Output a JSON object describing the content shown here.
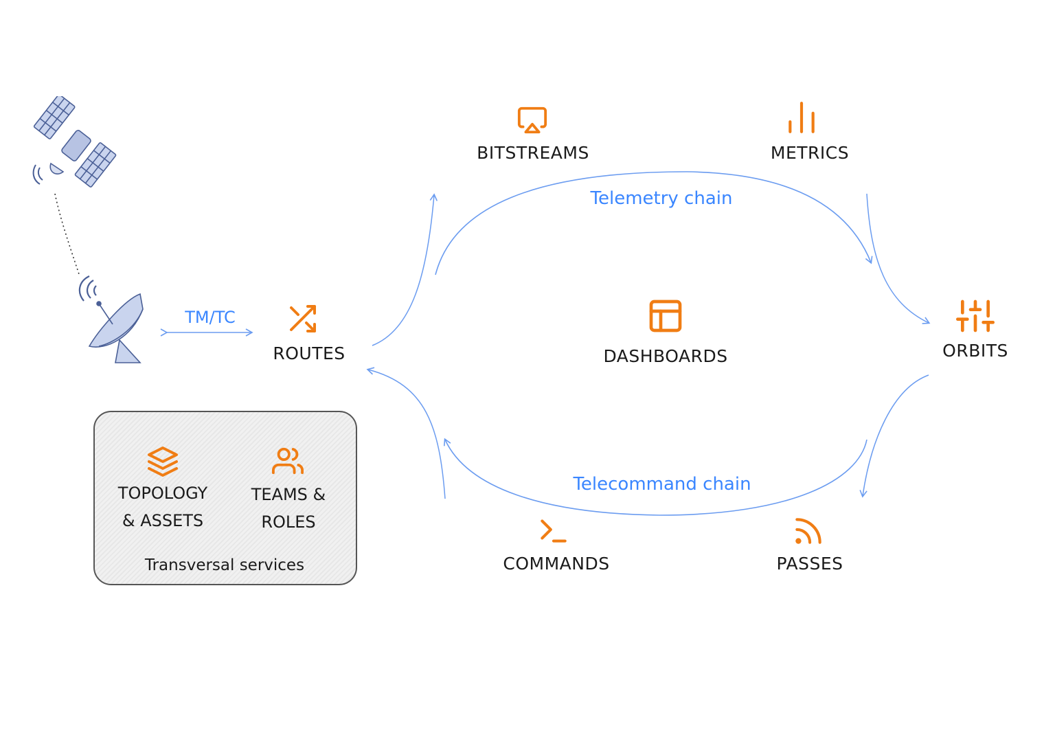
{
  "colors": {
    "accent": "#f07d14",
    "flow": "#3a86ff",
    "flow_line": "#6b9cf0",
    "ink": "#1a1a1a",
    "hardware": "#7a8fbf"
  },
  "nodes": {
    "bitstreams": {
      "label": "BITSTREAMS",
      "icon": "airplay-icon"
    },
    "metrics": {
      "label": "METRICS",
      "icon": "bar-chart-icon"
    },
    "routes": {
      "label": "ROUTES",
      "icon": "shuffle-icon"
    },
    "dashboards": {
      "label": "DASHBOARDS",
      "icon": "layout-icon"
    },
    "orbits": {
      "label": "ORBITS",
      "icon": "sliders-icon"
    },
    "commands": {
      "label": "COMMANDS",
      "icon": "terminal-icon"
    },
    "passes": {
      "label": "PASSES",
      "icon": "signal-icon"
    }
  },
  "chains": {
    "telemetry": "Telemetry chain",
    "telecommand": "Telecommand chain"
  },
  "link": {
    "label": "TM/TC"
  },
  "hardware": {
    "satellite_icon": "satellite-icon",
    "antenna_icon": "ground-antenna-icon"
  },
  "services": {
    "title": "Transversal services",
    "topology": {
      "line1": "TOPOLOGY",
      "line2": "& ASSETS",
      "icon": "layers-icon"
    },
    "teams": {
      "line1": "TEAMS &",
      "line2": "ROLES",
      "icon": "users-icon"
    }
  }
}
